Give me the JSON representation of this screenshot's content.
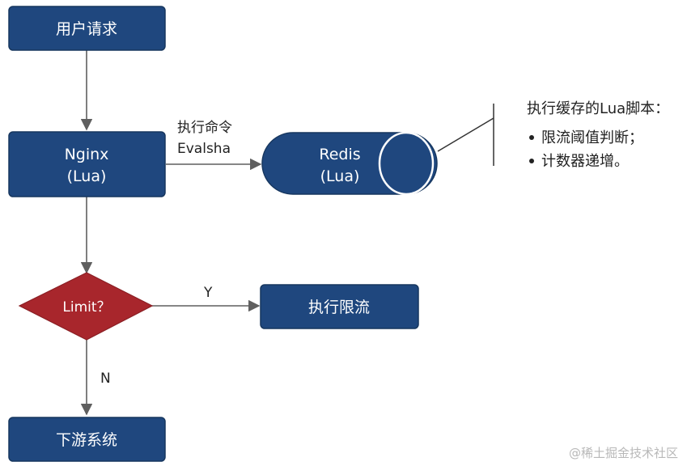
{
  "colors": {
    "node_fill": "#1f477e",
    "node_stroke": "#17375f",
    "decision_fill": "#a8262c",
    "arrow": "#5f5f5f"
  },
  "nodes": {
    "user_request": "用户请求",
    "nginx_line1": "Nginx",
    "nginx_line2": "(Lua)",
    "redis_line1": "Redis",
    "redis_line2": "(Lua)",
    "decision": "Limit？",
    "rate_limit": "执行限流",
    "downstream": "下游系统"
  },
  "edges": {
    "nginx_to_redis_line1": "执行命令",
    "nginx_to_redis_line2": "Evalsha",
    "yes": "Y",
    "no": "N"
  },
  "note": {
    "title": "执行缓存的Lua脚本：",
    "items": [
      "限流阈值判断；",
      "计数器递增。"
    ]
  },
  "watermark": "@稀土掘金技术社区"
}
